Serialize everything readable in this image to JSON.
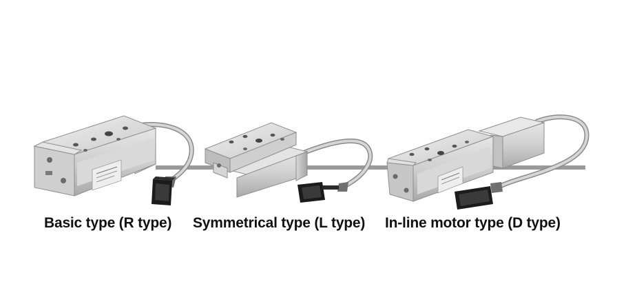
{
  "products": [
    {
      "id": "basic",
      "caption": "Basic type (R type)"
    },
    {
      "id": "symmetrical",
      "caption": "Symmetrical type (L type)"
    },
    {
      "id": "inline",
      "caption": "In-line motor type (D type)"
    }
  ],
  "colors": {
    "background": "#ffffff",
    "reference_line": "#9a9a9a",
    "caption_text": "#111111",
    "metal_light": "#e2e2e2",
    "metal_mid": "#c4c4c4",
    "metal_dark": "#8e8e8e",
    "connector": "#1b1b1b"
  }
}
